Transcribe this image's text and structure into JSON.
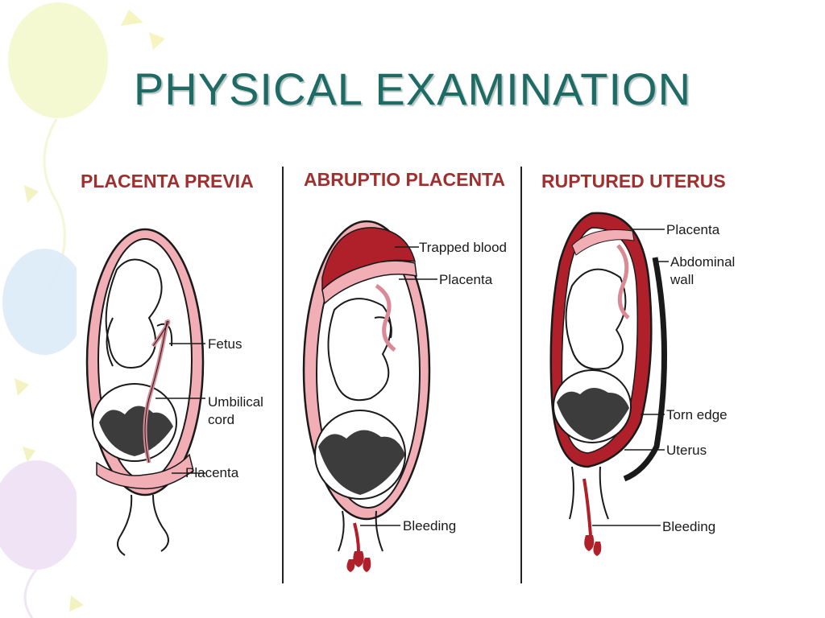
{
  "slide": {
    "title": "PHYSICAL EXAMINATION",
    "title_color": "#1e6b66"
  },
  "colors": {
    "uterus_pink": "#f1aeb4",
    "blood_red": "#b0202a",
    "panel_title_red": "#a03030",
    "outline": "#1a1a1a"
  },
  "panels": [
    {
      "title": "PLACENTA PREVIA",
      "labels": [
        "Fetus",
        "Umbilical",
        "cord",
        "Placenta"
      ]
    },
    {
      "title": "ABRUPTIO PLACENTA",
      "labels": [
        "Trapped blood",
        "Placenta",
        "Bleeding"
      ]
    },
    {
      "title": "RUPTURED UTERUS",
      "labels": [
        "Placenta",
        "Abdominal",
        "wall",
        "Torn edge",
        "Uterus",
        "Bleeding"
      ]
    }
  ]
}
